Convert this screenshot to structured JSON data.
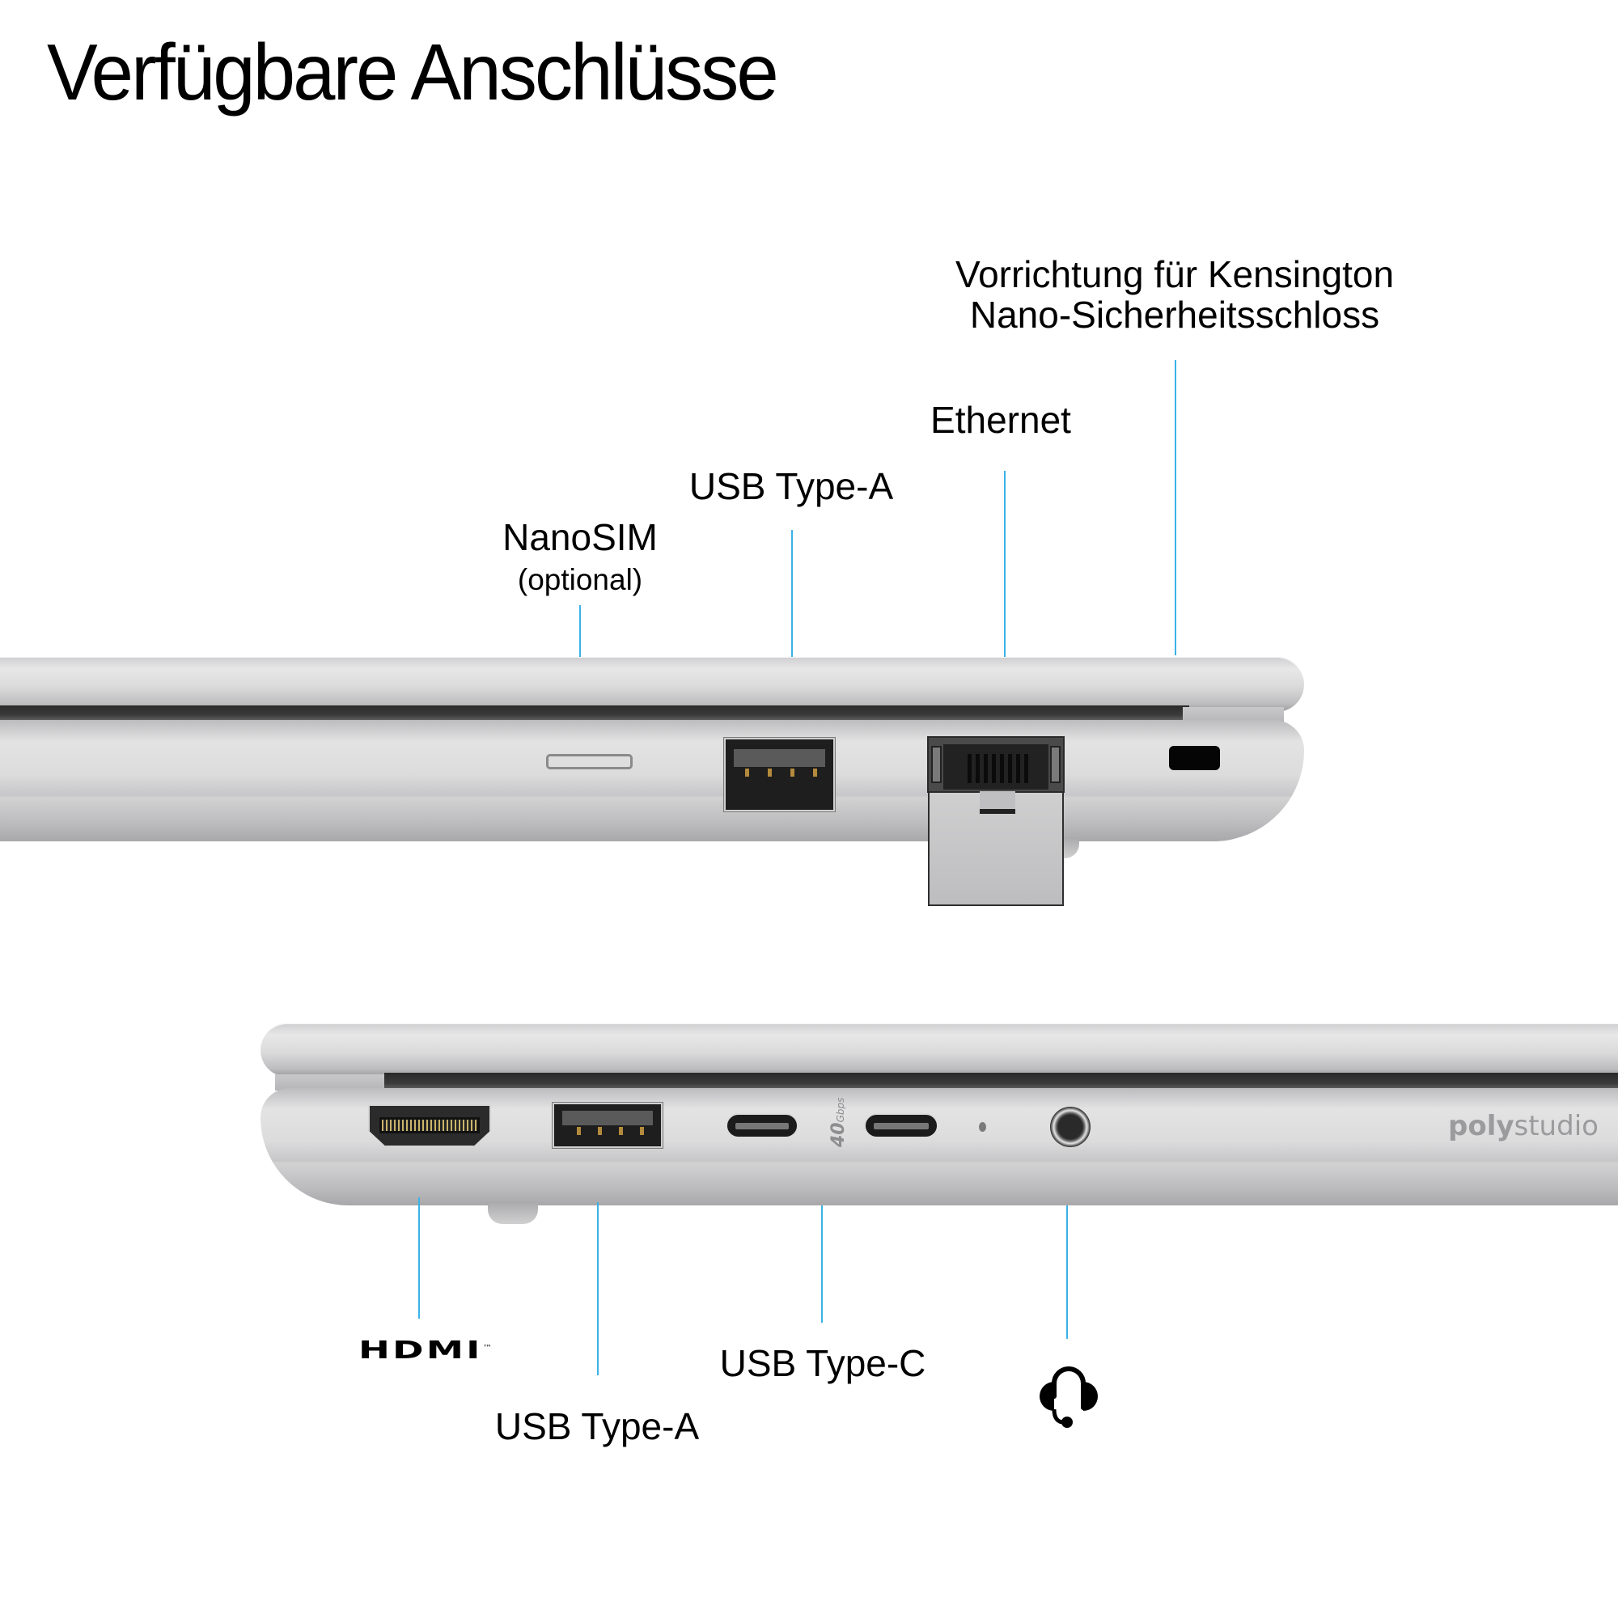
{
  "title": "Verfügbare Anschlüsse",
  "colors": {
    "leader_line": "#3ab2e8",
    "text": "#000000",
    "background": "#ffffff",
    "chassis": "#d9d9da"
  },
  "top_view": {
    "labels": {
      "kensington_line1": "Vorrichtung für Kensington",
      "kensington_line2": "Nano-Sicherheitsschloss",
      "ethernet": "Ethernet",
      "usb_a": "USB Type-A",
      "nanosim": "NanoSIM",
      "nanosim_note": "(optional)"
    },
    "ports": [
      "nanosim-slot",
      "usb-a-port",
      "ethernet-rj45-port",
      "kensington-nano-lock-slot"
    ]
  },
  "bottom_view": {
    "labels": {
      "hdmi_logo": "HDMI",
      "hdmi_tm": "™",
      "usb_c": "USB Type-C",
      "usb_a": "USB Type-A",
      "audio_icon": "headset-icon"
    },
    "ports": [
      "hdmi-port",
      "usb-a-port",
      "usb-c-port-1",
      "usb-c-port-2",
      "status-led",
      "audio-jack"
    ],
    "thunderbolt_badge": {
      "speed": "40",
      "unit": "Gbps"
    },
    "brand_text": {
      "bold": "poly",
      "regular": "studio"
    }
  }
}
